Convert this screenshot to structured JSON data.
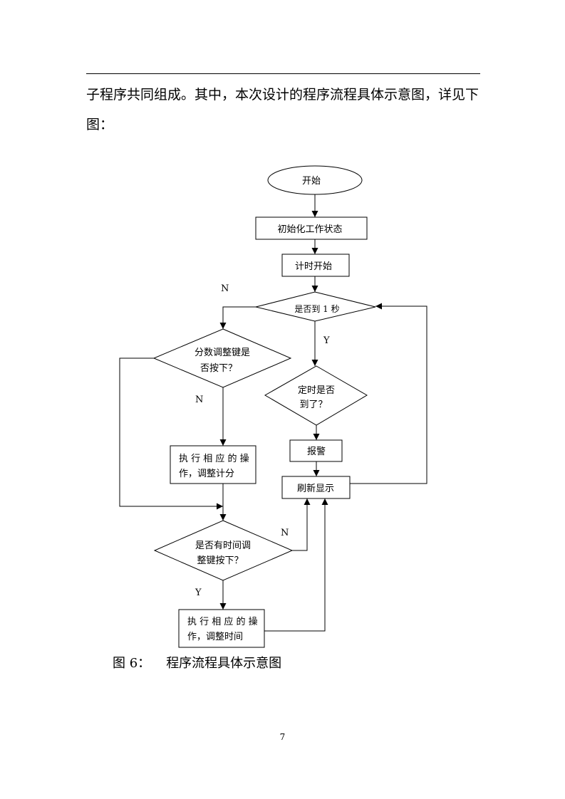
{
  "paragraph": {
    "line1": "子程序共同组成。其中，本次设计的程序流程具体示意图，详见下",
    "line2": "图："
  },
  "flowchart": {
    "start": "开始",
    "init": "初始化工作状态",
    "timer_start": "计时开始",
    "decision_one_second": "是否到 1 秒",
    "decision_score_key": [
      "分数调整键是",
      "否按下？"
    ],
    "decision_timeout": [
      "定时是否",
      "到了？"
    ],
    "process_adjust_score": [
      "执 行 相 应 的 操",
      "作，调整计分"
    ],
    "alarm": "报警",
    "refresh_display": "刷新显示",
    "decision_time_key": [
      "是否有时间调",
      "整键按下？"
    ],
    "process_adjust_time": [
      "执 行 相 应 的 操",
      "作，调整时间"
    ],
    "label_n_one_second": "N",
    "label_y_one_second": "Y",
    "label_n_score_key": "N",
    "label_n_time_key": "N",
    "label_y_time_key": "Y"
  },
  "caption": {
    "number": "图 6：",
    "text": "程序流程具体示意图"
  },
  "page_number": "7"
}
